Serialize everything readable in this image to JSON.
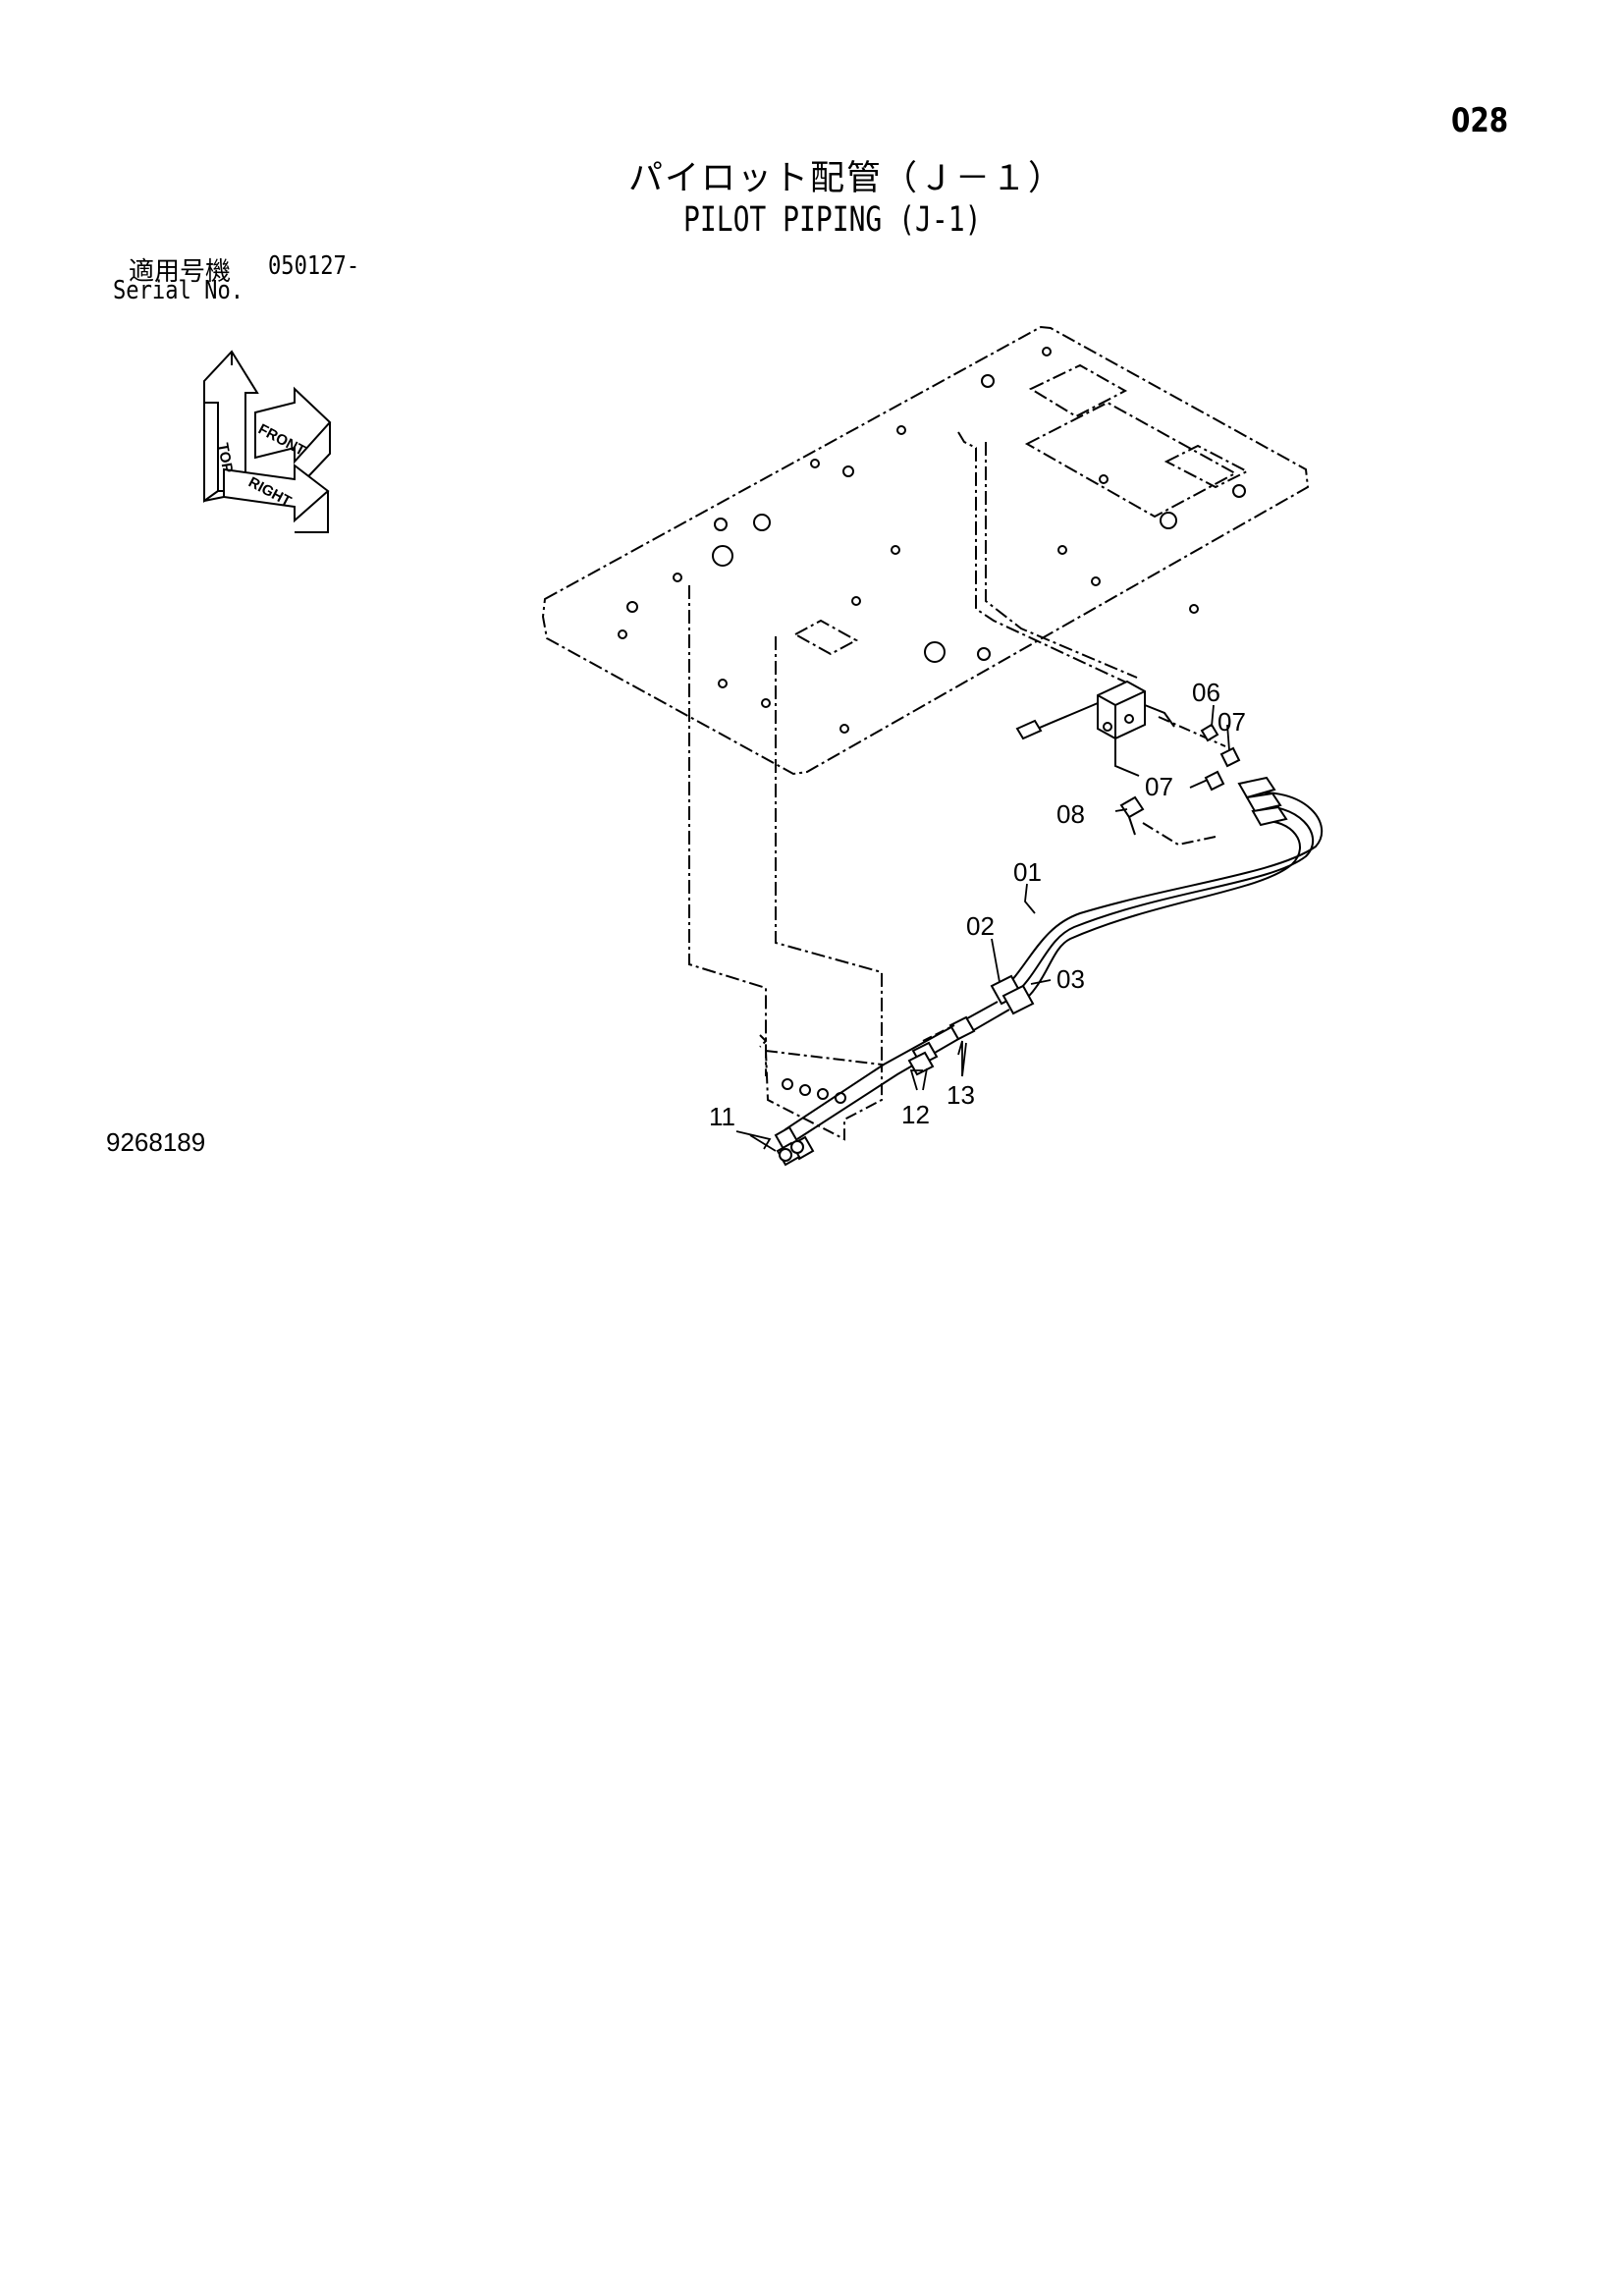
{
  "page": {
    "number": "028",
    "title_jp": "パイロット配管（Ｊ－１）",
    "title_en": "PILOT PIPING (J-1)",
    "serial_label_jp": "適用号機",
    "serial_value": "050127-",
    "serial_label_en": "Serial No.",
    "drawing_number": "9268189"
  },
  "orientation": {
    "top": "TOP",
    "front": "FRONT",
    "right": "RIGHT"
  },
  "callouts": {
    "p01": "01",
    "p02": "02",
    "p03": "03",
    "p06": "06",
    "p07a": "07",
    "p07b": "07",
    "p08": "08",
    "p11": "11",
    "p12": "12",
    "p13": "13"
  }
}
